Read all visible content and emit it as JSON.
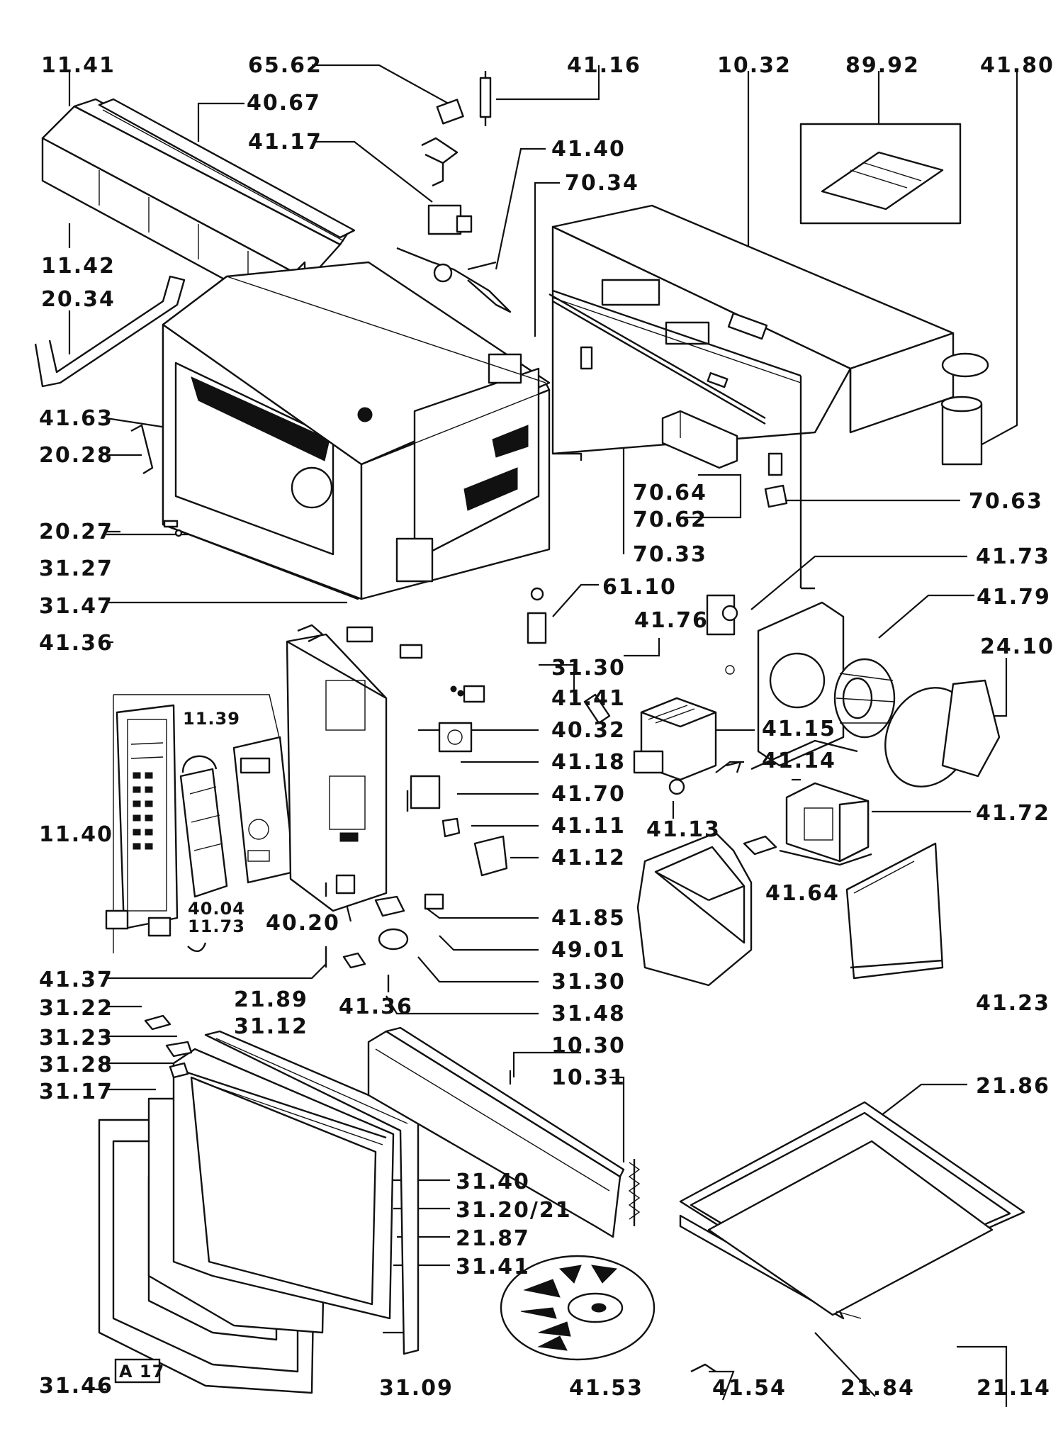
{
  "diagram": {
    "badge": "A 17",
    "labels": {
      "l_11_41": "11.41",
      "l_65_62": "65.62",
      "l_41_16": "41.16",
      "l_10_32": "10.32",
      "l_89_92": "89.92",
      "l_41_80": "41.80",
      "l_40_67": "40.67",
      "l_41_17": "41.17",
      "l_41_40": "41.40",
      "l_70_34": "70.34",
      "l_11_42": "11.42",
      "l_20_34": "20.34",
      "l_41_63": "41.63",
      "l_20_28": "20.28",
      "l_70_64": "70.64",
      "l_70_62": "70.62",
      "l_70_63": "70.63",
      "l_20_27": "20.27",
      "l_31_27": "31.27",
      "l_70_33": "70.33",
      "l_41_73": "41.73",
      "l_61_10": "61.10",
      "l_41_79": "41.79",
      "l_31_47": "31.47",
      "l_41_76": "41.76",
      "l_24_10": "24.10",
      "l_41_36a": "41.36",
      "l_31_30a": "31.30",
      "l_41_41": "41.41",
      "l_11_39": "11.39",
      "l_40_32": "40.32",
      "l_41_15": "41.15",
      "l_41_18": "41.18",
      "l_41_14": "41.14",
      "l_41_70": "41.70",
      "l_41_72": "41.72",
      "l_11_40": "11.40",
      "l_41_11": "41.11",
      "l_41_13": "41.13",
      "l_41_12": "41.12",
      "l_41_64": "41.64",
      "l_40_04": "40.04",
      "l_11_73": "11.73",
      "l_40_20": "40.20",
      "l_41_85": "41.85",
      "l_49_01": "49.01",
      "l_41_37": "41.37",
      "l_31_30b": "31.30",
      "l_41_23": "41.23",
      "l_41_36b": "41.36",
      "l_31_48": "31.48",
      "l_31_22": "31.22",
      "l_21_89": "21.89",
      "l_31_12": "31.12",
      "l_31_23": "31.23",
      "l_10_30": "10.30",
      "l_31_28": "31.28",
      "l_10_31": "10.31",
      "l_31_17": "31.17",
      "l_21_86": "21.86",
      "l_31_40": "31.40",
      "l_31_20_21": "31.20/21",
      "l_21_87": "21.87",
      "l_31_41": "31.41",
      "l_31_46": "31.46",
      "l_31_09": "31.09",
      "l_41_53": "41.53",
      "l_41_54": "41.54",
      "l_21_84": "21.84",
      "l_21_14": "21.14"
    }
  }
}
